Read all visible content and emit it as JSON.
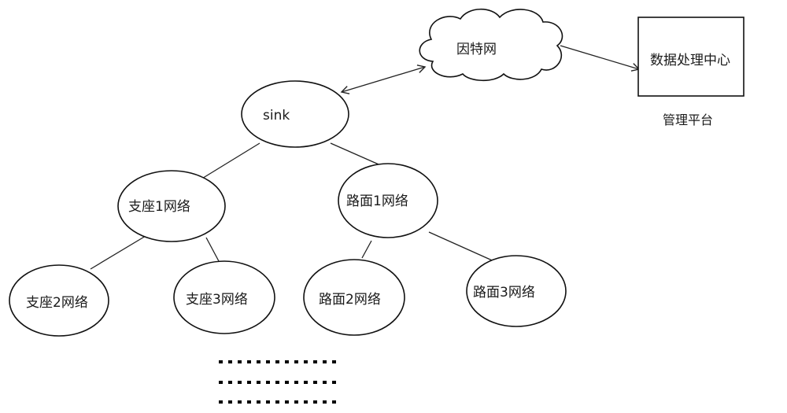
{
  "nodes": {
    "internet": "因特网",
    "data_center": "数据处理中心",
    "platform": "管理平台",
    "sink": "sink",
    "support1": "支座1网络",
    "road1": "路面1网络",
    "support2": "支座2网络",
    "support3": "支座3网络",
    "road2": "路面2网络",
    "road3": "路面3网络"
  },
  "colors": {
    "stroke": "#111111",
    "background": "#ffffff"
  }
}
